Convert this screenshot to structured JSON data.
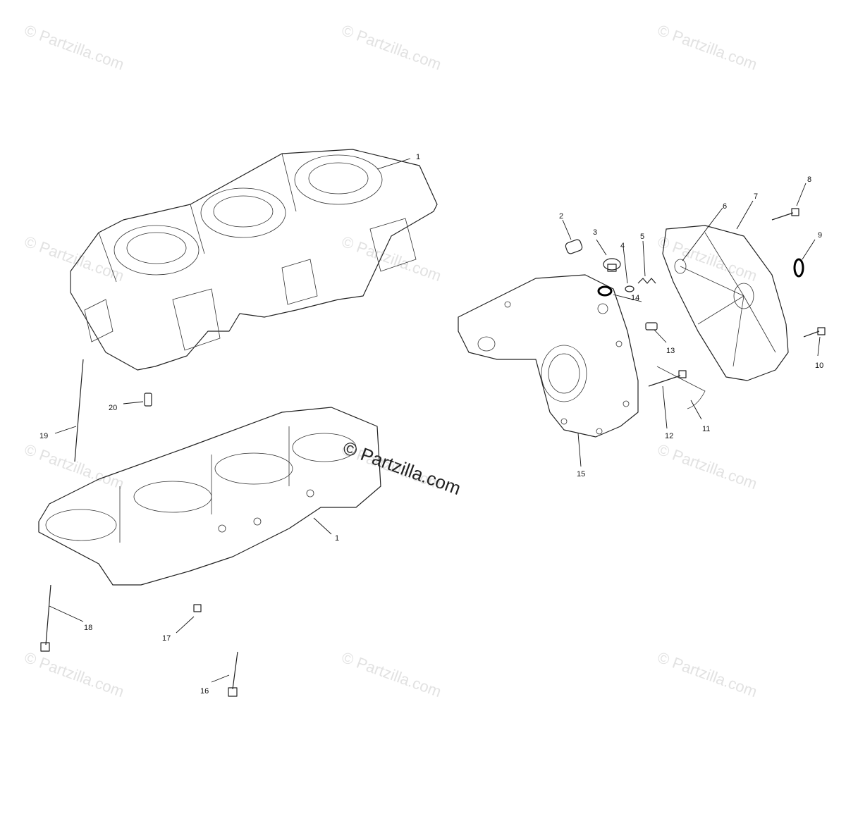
{
  "watermarks": [
    "© Partzilla.com",
    "© Partzilla.com",
    "© Partzilla.com",
    "© Partzilla.com",
    "© Partzilla.com",
    "© Partzilla.com",
    "© Partzilla.com",
    "© Partzilla.com",
    "© Partzilla.com",
    "© Partzilla.com",
    "© Partzilla.com",
    "© Partzilla.com"
  ],
  "center_watermark": "© Partzilla.com",
  "callouts": {
    "upper_crankcase": "1",
    "lower_crankcase": "1",
    "c2": "2",
    "c3": "3",
    "c4": "4",
    "c5": "5",
    "c6": "6",
    "c7": "7",
    "c8": "8",
    "c9": "9",
    "c10": "10",
    "c11": "11",
    "c12": "12",
    "c13": "13",
    "c14": "14",
    "c15": "15",
    "c16": "16",
    "c17": "17",
    "c18": "18",
    "c19": "19",
    "c20": "20"
  }
}
